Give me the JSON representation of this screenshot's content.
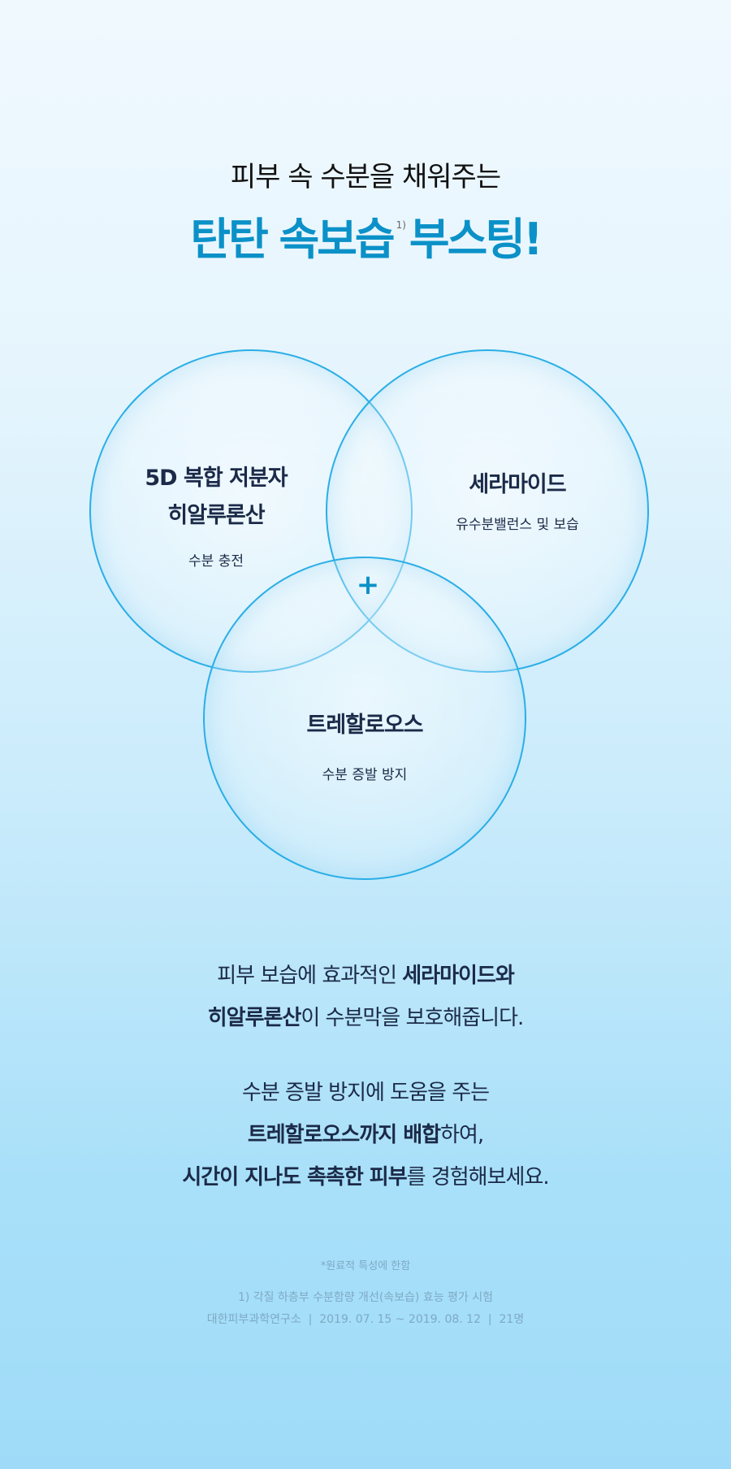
{
  "header": {
    "subtitle": "피부 속 수분을 채워주는",
    "title_a": "탄탄 속보습",
    "footnote_mark": "1)",
    "title_b": "부스팅!"
  },
  "ingredients": [
    {
      "name_line1": "5D 복합 저분자",
      "name_line2": "히알루론산",
      "desc": "수분 충전"
    },
    {
      "name_line1": "세라마이드",
      "desc": "유수분밸런스 및 보습"
    },
    {
      "name_line1": "트레할로오스",
      "desc": "수분 증발 방지"
    }
  ],
  "plus_symbol": "+",
  "body": {
    "p1_l1_a": "피부 보습에 효과적인 ",
    "p1_l1_b": "세라마이드와",
    "p1_l2_a": "히알루론산",
    "p1_l2_b": "이 수분막을 보호해줍니다.",
    "p2_l1": "수분 증발 방지에 도움을 주는",
    "p2_l2_a": "트레할로오스까지 배합",
    "p2_l2_b": "하여,",
    "p2_l3_a": "시간이 지나도 촉촉한 피부",
    "p2_l3_b": "를 경험해보세요."
  },
  "footnotes": {
    "note": "*원료적 특성에 한함",
    "test": "1) 각질 하층부 수분함량 개선(속보습) 효능 평가 시험",
    "detail": "대한피부과학연구소  |  2019. 07. 15 ~ 2019. 08. 12  |  21명"
  },
  "colors": {
    "accent": "#0b91c8",
    "text": "#1b2a48"
  }
}
